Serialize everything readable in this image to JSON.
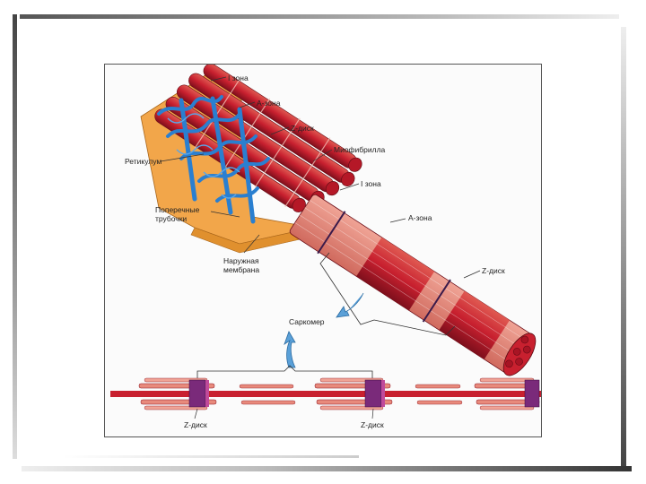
{
  "labels": {
    "i_zone_top": "I зона",
    "a_zone_top": "А-зона",
    "z_disk_top": "Z-диск",
    "myofibril": "Миофибрилла",
    "reticulum": "Ретикулум",
    "i_zone_mid": "I зона",
    "t_tubules": "Поперечные\nтрубочки",
    "a_zone_mid": "А-зона",
    "outer_membrane": "Наружная\nмембрана",
    "z_disk_mid": "Z-диск",
    "sarcomere": "Саркомер",
    "z_disk_bottom_left": "Z-диск",
    "z_disk_bottom_right": "Z-диск"
  },
  "colors": {
    "fiber_red": "#c8202f",
    "fiber_dark": "#8a1020",
    "fiber_light": "#e88a7c",
    "reticulum_blue": "#2a7fd0",
    "membrane_orange": "#f2a64a",
    "z_purple": "#7a2a7a",
    "arrow_blue": "#5aa0d8"
  }
}
